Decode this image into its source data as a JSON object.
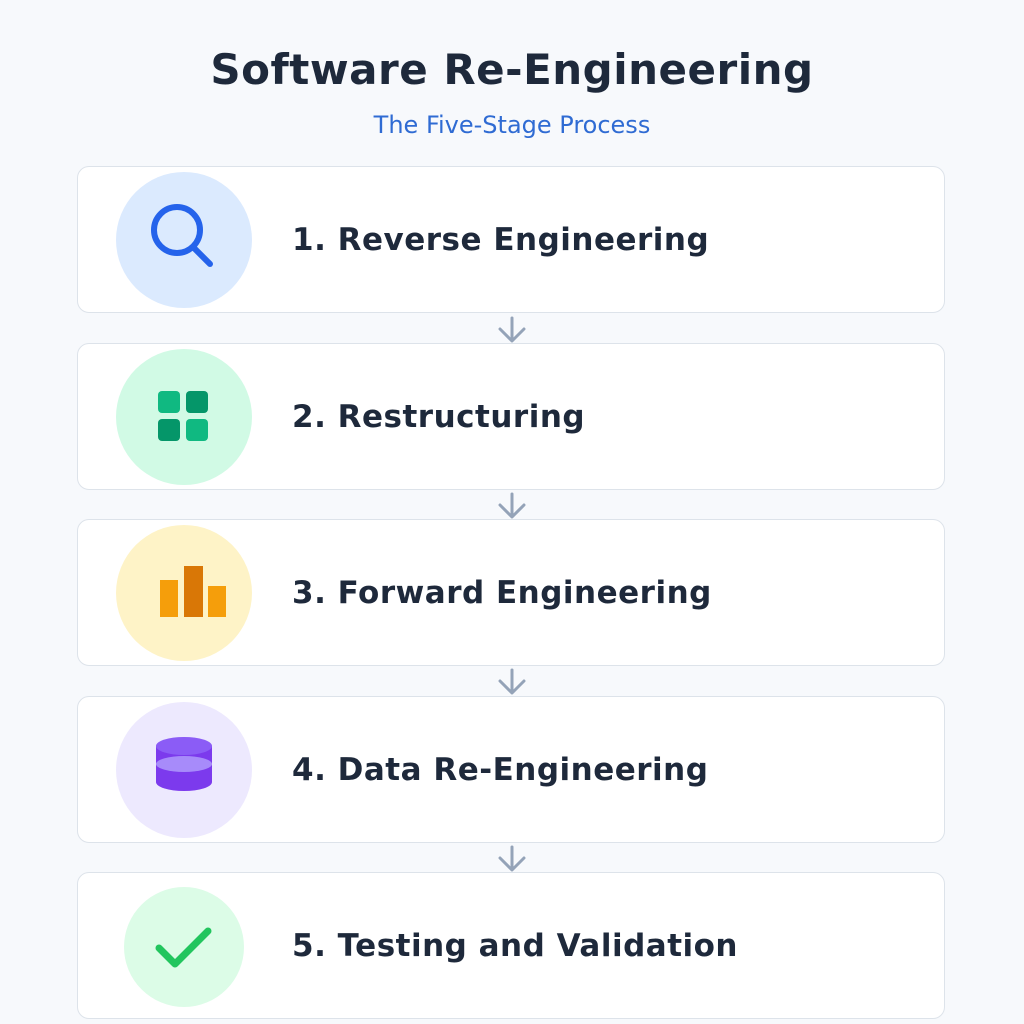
{
  "header": {
    "title": "Software Re-Engineering",
    "subtitle": "The Five-Stage Process"
  },
  "stages": [
    {
      "label": "1. Reverse Engineering",
      "icon": "magnifier-icon",
      "circle_color": "#dbeafe",
      "icon_color": "#2563eb"
    },
    {
      "label": "2. Restructuring",
      "icon": "grid-icon",
      "circle_color": "#d1fae5",
      "icon_color": "#10b981"
    },
    {
      "label": "3. Forward Engineering",
      "icon": "bar-chart-icon",
      "circle_color": "#fef3c7",
      "icon_color": "#f59e0b"
    },
    {
      "label": "4. Data Re-Engineering",
      "icon": "database-icon",
      "circle_color": "#ede9fe",
      "icon_color": "#7c3aed"
    },
    {
      "label": "5. Testing and Validation",
      "icon": "checkmark-icon",
      "circle_color": "#dcfce7",
      "icon_color": "#22c55e"
    }
  ],
  "connector_icon": "down-arrow-icon",
  "connector_color": "#94a3b8"
}
